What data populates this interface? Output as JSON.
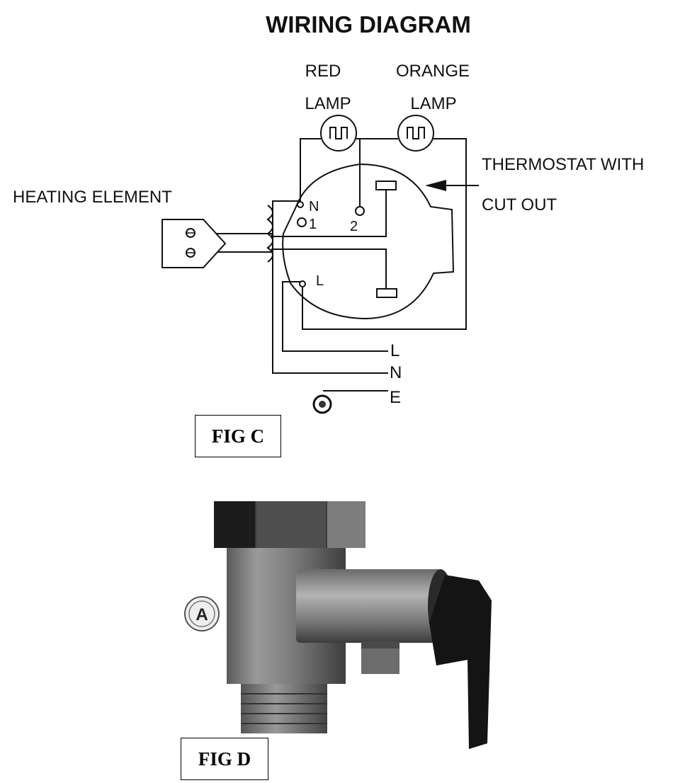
{
  "wiring": {
    "title": "WIRING DIAGRAM",
    "red_lamp": [
      "RED",
      "LAMP"
    ],
    "orange_lamp": [
      "ORANGE",
      "LAMP"
    ],
    "thermostat": [
      "THERMOSTAT WITH",
      "CUT OUT"
    ],
    "heating_element": "HEATING ELEMENT",
    "terminal_n": "N",
    "terminal_1": "1",
    "terminal_2": "2",
    "terminal_l": "L",
    "line_l": "L",
    "line_n": "N",
    "line_e": "E"
  },
  "fig_c_label": "FIG C",
  "fig_d": {
    "label": "FIG D",
    "callout": "A"
  }
}
